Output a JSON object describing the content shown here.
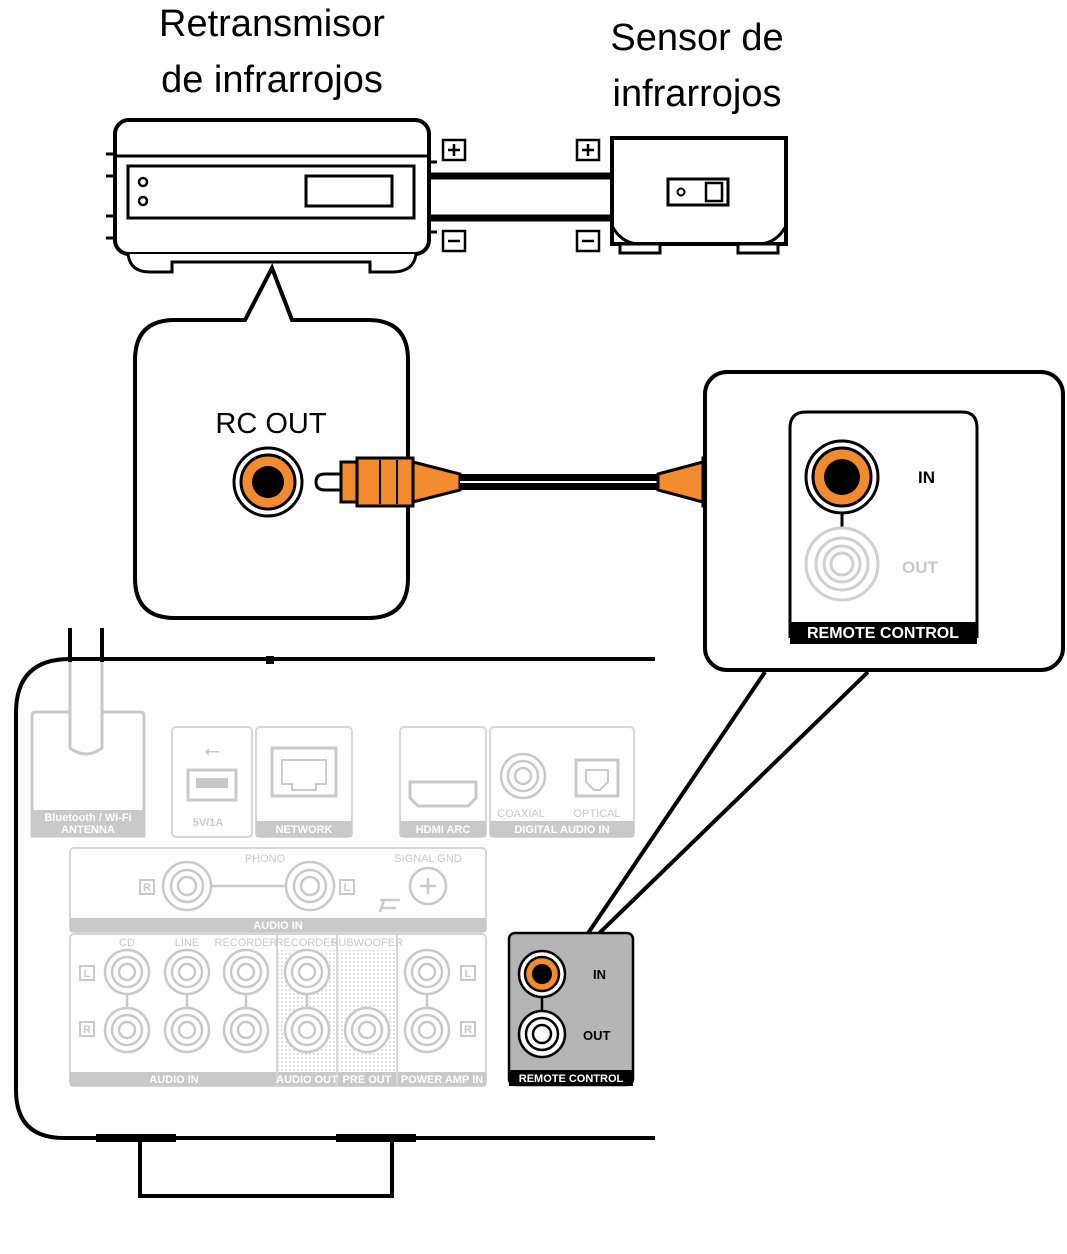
{
  "labels": {
    "repeater_title": [
      "Retransmisor",
      "de infrarrojos"
    ],
    "sensor_title": [
      "Sensor de",
      "infrarrojos"
    ],
    "rc_out": "RC OUT",
    "plus": "+",
    "minus": "−"
  },
  "zoom_panel": {
    "in_label": "IN",
    "out_label": "OUT",
    "section_label": "REMOTE CONTROL"
  },
  "rear_panel": {
    "antenna_label": [
      "Bluetooth / Wi-Fi",
      "ANTENNA"
    ],
    "usb_label": "5V/1A",
    "network_label": "NETWORK",
    "hdmi_label": "HDMI ARC",
    "coaxial_label": "COAXIAL",
    "optical_label": "OPTICAL",
    "digital_in_label": "DIGITAL AUDIO IN",
    "phono_label": "PHONO",
    "signal_gnd_label": "SIGNAL GND",
    "audio_in_top_label": "AUDIO IN",
    "lr_left": "L",
    "lr_right": "R",
    "cd_label": "CD",
    "line_label": "LINE",
    "recorder_in_label": "RECORDER",
    "recorder_out_label": "RECORDER",
    "subwoofer_label": "SUBWOOFER",
    "audio_in_bottom_label": "AUDIO IN",
    "audio_out_label": "AUDIO OUT",
    "pre_out_label": "PRE OUT",
    "power_amp_in_label": "POWER AMP IN",
    "remote_in_label": "IN",
    "remote_out_label": "OUT",
    "remote_section_label": "REMOTE CONTROL"
  },
  "colors": {
    "accent_orange": "#f28a2e",
    "panel_grey": "#c9c9c9",
    "remote_grey": "#b5b5b5"
  }
}
